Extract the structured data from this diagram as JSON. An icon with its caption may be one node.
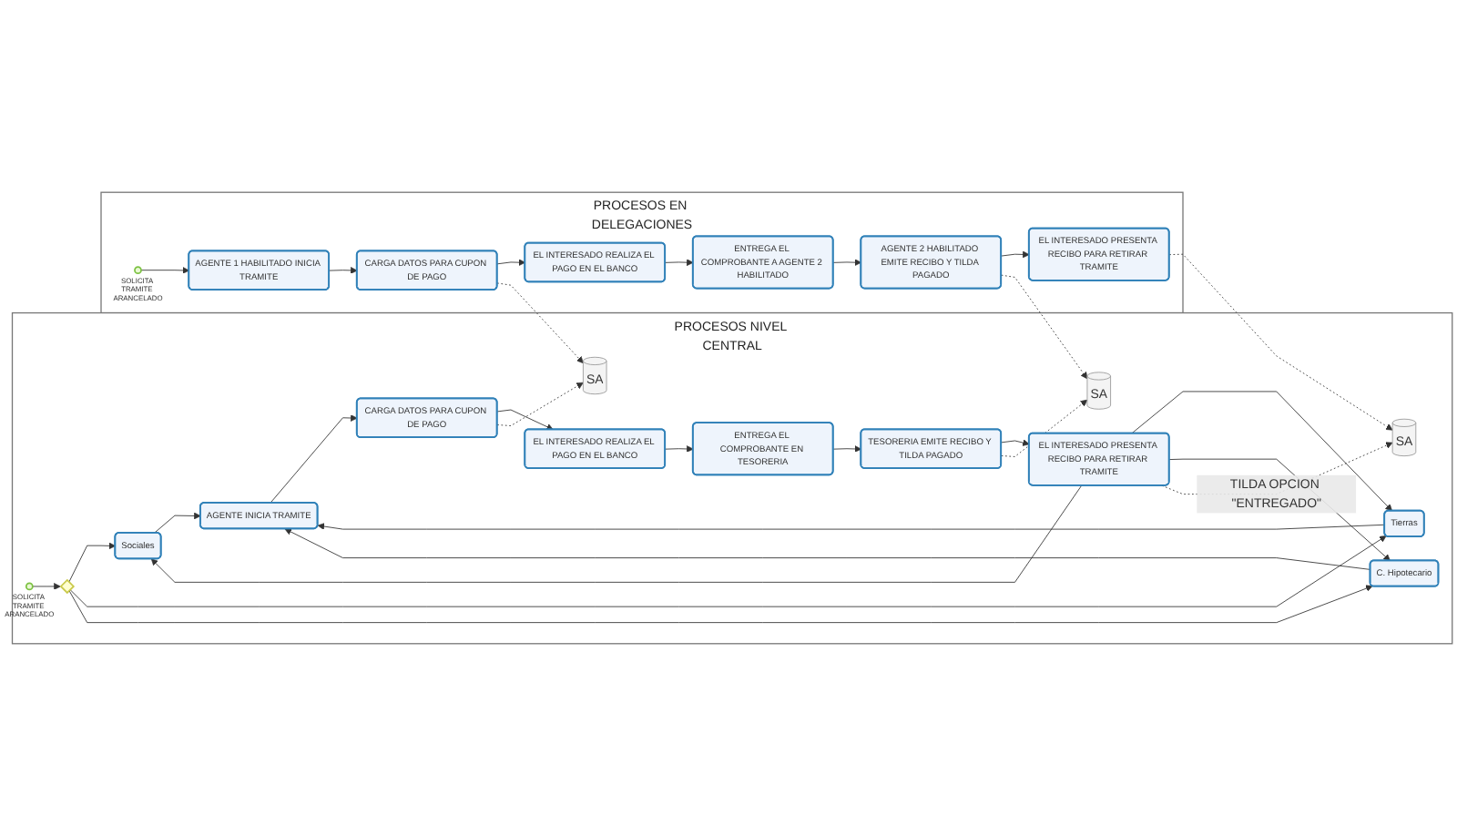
{
  "diagram": {
    "nodes": [
      {
        "text": [
          "PROCESOS NIVEL CENTRAL"
        ]
      },
      {
        "text": [],
        "shape": "circle",
        "beside": [
          "SOLICITA TRAMITE ARANCELADO"
        ],
        "in": 0
      },
      {
        "text": [],
        "shape": "diamond",
        "in": 0
      },
      {
        "text": [
          "Sociales"
        ],
        "in": 0
      },
      {
        "text": [
          "Tierras"
        ],
        "in": 0
      },
      {
        "text": [
          "C. Hipotecario"
        ],
        "in": 0
      },
      {
        "text": [
          "AGENTE INICIA TRAMITE"
        ],
        "in": 0
      },
      {
        "text": [
          "CARGA DATOS PARA CUPON DE PAGO"
        ],
        "in": 0
      },
      {
        "text": [
          "EL INTERESADO REALIZA EL PAGO EN EL BANCO"
        ],
        "in": 0
      },
      {
        "text": [
          "ENTREGA EL COMPROBANTE EN TESORERIA"
        ],
        "in": 0
      },
      {
        "text": [
          "TESORERIA EMITE RECIBO Y TILDA PAGADO"
        ],
        "in": 0
      },
      {
        "text": [
          "EL INTERESADO PRESENTA RECIBO PARA RETIRAR TRAMITE"
        ],
        "in": 0
      },
      {
        "text": [
          "SA"
        ],
        "in": 0
      },
      {
        "text": [
          "SA"
        ],
        "in": 0
      },
      {
        "text": [
          "SA"
        ],
        "in": 0
      },
      {
        "text": [
          "PROCESOS EN DELEGACIONES"
        ]
      },
      {
        "text": [],
        "shape": "circle",
        "beside": [
          "SOLICITA TRAMITE ARANCELADO"
        ],
        "in": 15
      },
      {
        "text": [
          "AGENTE 1 HABILITADO INICIA TRAMITE"
        ],
        "in": 15
      },
      {
        "text": [
          "CARGA DATOS PARA CUPON DE PAGO"
        ],
        "in": 15
      },
      {
        "text": [
          "EL INTERESADO REALIZA EL PAGO EN EL BANCO"
        ],
        "in": 15
      },
      {
        "text": [
          "ENTREGA EL COMPROBANTE A AGENTE 2 HABILITADO"
        ],
        "in": 15
      },
      {
        "text": [
          "AGENTE 2 HABILITADO EMITE RECIBO Y TILDA PAGADO"
        ],
        "in": 15
      },
      {
        "text": [
          "EL INTERESADO PRESENTA RECIBO PARA RETIRAR TRAMITE"
        ],
        "in": 15
      }
    ],
    "edges": [
      {
        "from": 1,
        "to": 2,
        "arrow": "to"
      },
      {
        "from": 2,
        "to": 3,
        "arrow": "to"
      },
      {
        "from": 2,
        "to": 4,
        "arrow": "to"
      },
      {
        "from": 2,
        "to": 5,
        "arrow": "to"
      },
      {
        "from": 3,
        "to": 6,
        "arrow": "to"
      },
      {
        "from": 4,
        "to": 6,
        "arrow": "to"
      },
      {
        "from": 5,
        "to": 6,
        "arrow": "to"
      },
      {
        "from": 6,
        "to": 7,
        "arrow": "to"
      },
      {
        "from": 7,
        "to": 8,
        "arrow": "to"
      },
      {
        "from": 8,
        "to": 9,
        "arrow": "to"
      },
      {
        "from": 9,
        "to": 10,
        "arrow": "to"
      },
      {
        "from": 10,
        "to": 11,
        "arrow": "to"
      },
      {
        "from": 11,
        "to": 3,
        "arrow": "to"
      },
      {
        "from": 11,
        "to": 4,
        "arrow": "to"
      },
      {
        "from": 11,
        "to": 5,
        "arrow": "to"
      },
      {
        "from": 7,
        "to": 12,
        "arrow": "to",
        "style": "dashed"
      },
      {
        "from": 10,
        "to": 13,
        "arrow": "to",
        "style": "dashed"
      },
      {
        "from": 11,
        "to": 14,
        "arrow": "to",
        "style": "dashed",
        "label": "TILDA OPCION \"ENTREGADO\""
      },
      {
        "from": 16,
        "to": 17,
        "arrow": "to"
      },
      {
        "from": 17,
        "to": 18,
        "arrow": "to"
      },
      {
        "from": 18,
        "to": 19,
        "arrow": "to"
      },
      {
        "from": 19,
        "to": 20,
        "arrow": "to"
      },
      {
        "from": 20,
        "to": 21,
        "arrow": "to"
      },
      {
        "from": 21,
        "to": 22,
        "arrow": "to"
      },
      {
        "from": 18,
        "to": 12,
        "arrow": "to",
        "style": "dashed"
      },
      {
        "from": 21,
        "to": 13,
        "arrow": "to",
        "style": "dashed"
      },
      {
        "from": 22,
        "to": 14,
        "arrow": "to",
        "style": "dashed"
      }
    ]
  }
}
